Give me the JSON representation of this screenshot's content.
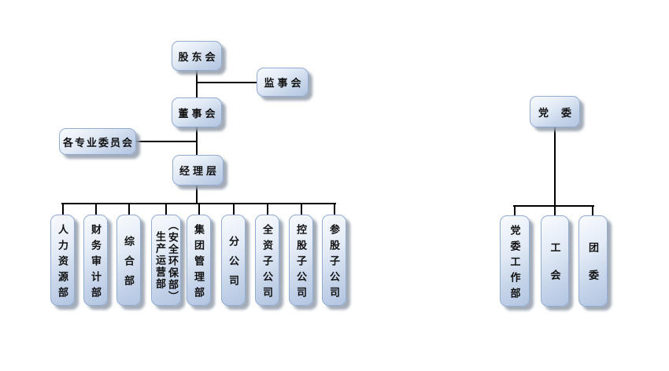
{
  "colors": {
    "background": "#ffffff",
    "box_fill_light": "#f8fbfe",
    "box_fill_mid": "#e3ebf6",
    "box_fill_dark": "#b2c5e1",
    "box_border": "#92acd2",
    "box_shadow": "#939dac",
    "connector": "#000000",
    "text": "#111111"
  },
  "left_chart": {
    "nodes": {
      "shareholders": "股东会",
      "supervisory": "监事会",
      "board": "董事会",
      "committees": "各专业委员会",
      "management": "经理层"
    },
    "departments": [
      {
        "label": "人力资源部"
      },
      {
        "label": "财务审计部"
      },
      {
        "label": "综合部"
      },
      {
        "label": "生产运营部（安全环保部）",
        "display_columns": [
          "（安全环保部）",
          "生产运营部"
        ]
      },
      {
        "label": "集团管理部"
      },
      {
        "label": "分公司"
      },
      {
        "label": "全资子公司"
      },
      {
        "label": "控股子公司"
      },
      {
        "label": "参股子公司"
      }
    ]
  },
  "right_chart": {
    "nodes": {
      "party_committee": "党委"
    },
    "departments": [
      {
        "label": "党委工作部"
      },
      {
        "label": "工会"
      },
      {
        "label": "团委"
      }
    ]
  }
}
